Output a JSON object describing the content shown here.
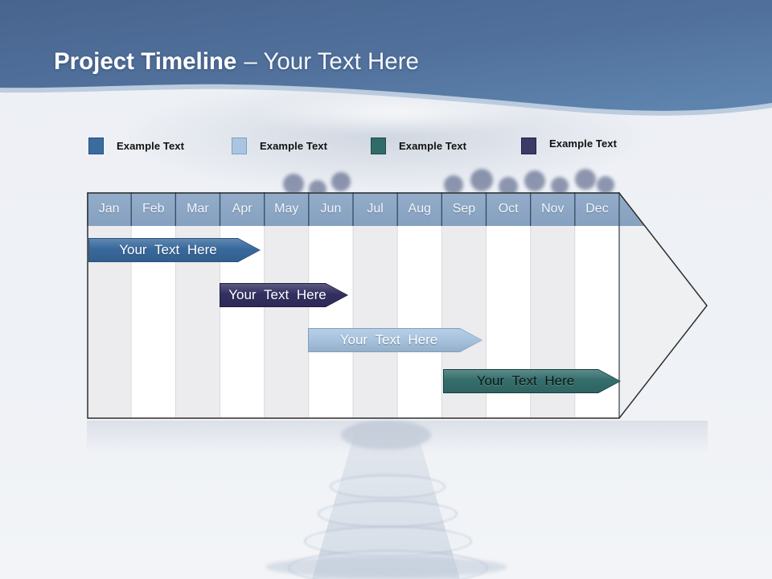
{
  "header": {
    "title_bold": "Project Timeline",
    "title_light": "– Your Text Here"
  },
  "legend": {
    "items": [
      {
        "label": "Example Text",
        "color": "#3a6d9e",
        "border": "#27527c"
      },
      {
        "label": "Example Text",
        "color": "#a9c5e1",
        "border": "#7f9fc2"
      },
      {
        "label": "Example Text",
        "color": "#2f6b69",
        "border": "#1d4c4a"
      },
      {
        "label": "Example Text",
        "color": "#3d3a66",
        "border": "#232050"
      }
    ]
  },
  "timeline": {
    "months": [
      "Jan",
      "Feb",
      "Mar",
      "Apr",
      "May",
      "Jun",
      "Jul",
      "Aug",
      "Sep",
      "Oct",
      "Nov",
      "Dec"
    ],
    "bars": [
      {
        "label": "Your Text Here",
        "color": "#38699c",
        "border": "#27537e",
        "text_color": "#ffffff",
        "start": "Jan",
        "end": "Mar"
      },
      {
        "label": "Your Text Here",
        "color": "#332f60",
        "border": "#1f1c40",
        "text_color": "#ffffff",
        "start": "Apr",
        "end": "Jun"
      },
      {
        "label": "Your Text Here",
        "color": "#a7c3df",
        "border": "#7f9fc2",
        "text_color": "#ffffff",
        "start": "Jun",
        "end": "Aug"
      },
      {
        "label": "Your Text Here",
        "color": "#346e6c",
        "border": "#16403e",
        "text_color": "#0a1413",
        "start": "Sep",
        "end": "Dec"
      }
    ]
  },
  "chart_data": {
    "type": "gantt-timeline",
    "title": "Project Timeline – Your Text Here",
    "categories": [
      "Jan",
      "Feb",
      "Mar",
      "Apr",
      "May",
      "Jun",
      "Jul",
      "Aug",
      "Sep",
      "Oct",
      "Nov",
      "Dec"
    ],
    "bars": [
      {
        "label": "Your Text Here",
        "start_month": "Jan",
        "end_month": "Mar",
        "color": "#38699c"
      },
      {
        "label": "Your Text Here",
        "start_month": "Apr",
        "end_month": "Jun",
        "color": "#332f60"
      },
      {
        "label": "Your Text Here",
        "start_month": "Jun",
        "end_month": "Aug",
        "color": "#a7c3df"
      },
      {
        "label": "Your Text Here",
        "start_month": "Sep",
        "end_month": "Dec",
        "color": "#346e6c"
      }
    ],
    "legend_entries": [
      "Example Text",
      "Example Text",
      "Example Text",
      "Example Text"
    ],
    "legend_position": "top",
    "grid": "vertical-month-stripes",
    "colors": {
      "band_gradient_top": "#47648e",
      "band_gradient_bottom": "#5e84ae",
      "month_header": "#8ca7c6",
      "stripe_gray": "#ececee",
      "stripe_white": "#ffffff",
      "arrow_body": "#eff0f2",
      "background": "#eef1f6"
    }
  }
}
